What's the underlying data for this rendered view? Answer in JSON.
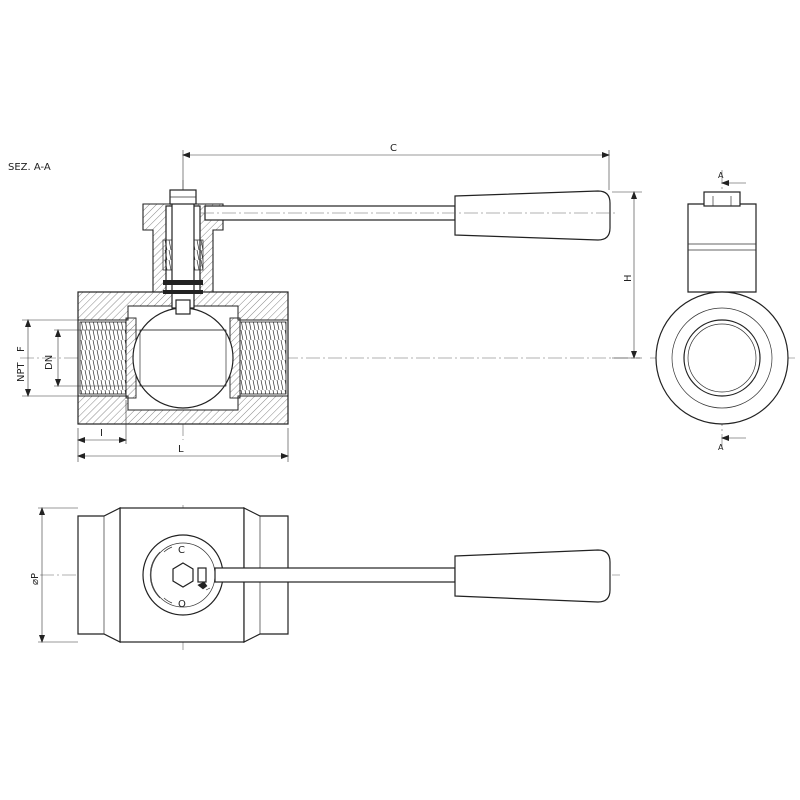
{
  "section_title": "SEZ. A-A",
  "dimensions": {
    "c": "C",
    "h": "H",
    "l": "L",
    "i": "I",
    "dn": "DN",
    "npt": "NPT",
    "f": "F",
    "p": "⌀P"
  },
  "section_marks": {
    "top": "A",
    "bottom": "A"
  },
  "handle_marks": {
    "closed": "C",
    "open": "O"
  }
}
